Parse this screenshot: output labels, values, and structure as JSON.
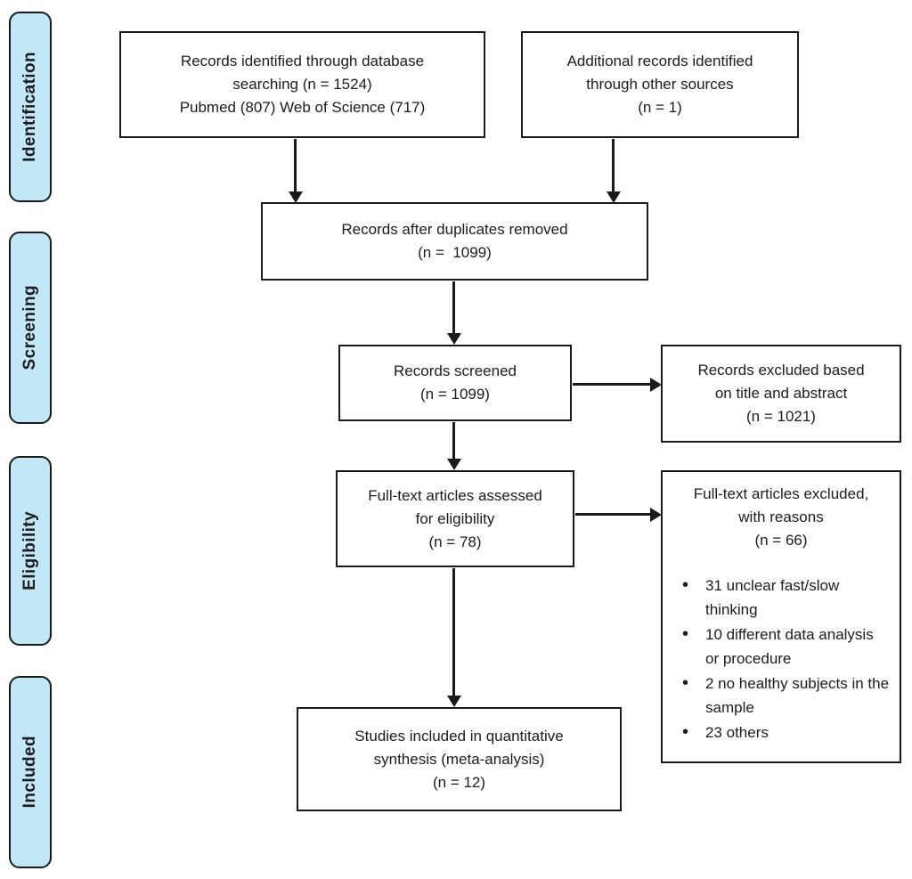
{
  "diagram_type": "prisma-flow",
  "colors": {
    "stage_fill": "#c2e8f7",
    "border": "#1a1a1a",
    "background": "#ffffff",
    "text": "#1c1c1c"
  },
  "stage_labels": [
    "Identification",
    "Screening",
    "Eligibility",
    "Included"
  ],
  "boxes": {
    "records_identified": {
      "lines": [
        "Records identified through database",
        "searching (n = 1524)",
        "Pubmed (807) Web of Science (717)"
      ]
    },
    "additional_records": {
      "lines": [
        "Additional records identified",
        "through other sources",
        "(n = 1)"
      ]
    },
    "duplicates_removed": {
      "lines": [
        "Records after duplicates removed",
        "(n =  1099)"
      ]
    },
    "records_screened": {
      "lines": [
        "Records screened",
        "(n = 1099)"
      ]
    },
    "records_excluded": {
      "lines": [
        "Records excluded based",
        "on title and abstract",
        "(n = 1021)"
      ]
    },
    "fulltext_assessed": {
      "lines": [
        "Full-text articles assessed",
        "for eligibility",
        "(n = 78)"
      ]
    },
    "fulltext_excluded": {
      "lines": [
        "Full-text articles excluded,",
        "with reasons",
        "(n = 66)"
      ],
      "reasons": [
        "31 unclear fast/slow thinking",
        "10 different data analysis or procedure",
        "2 no healthy subjects in the sample",
        "23 others"
      ]
    },
    "studies_included": {
      "lines": [
        "Studies included in quantitative",
        "synthesis (meta-analysis)",
        "(n = 12)"
      ]
    }
  }
}
